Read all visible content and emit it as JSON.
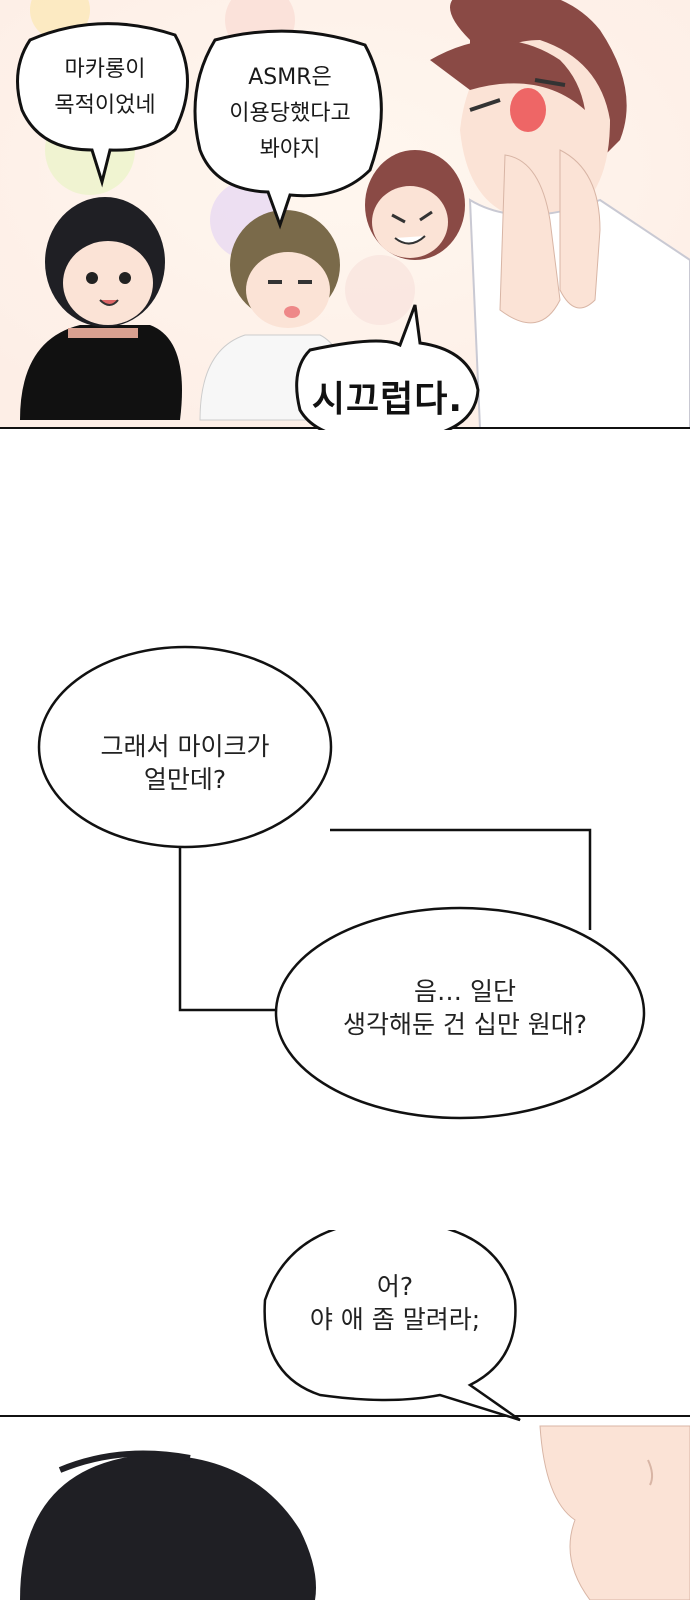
{
  "panel_top": {
    "bubble_macaron": {
      "line1": "마카롱이",
      "line2": "목적이었네"
    },
    "bubble_asmr": {
      "line1": "ASMR은",
      "line2": "이용당했다고",
      "line3": "봐야지"
    },
    "bubble_shout": {
      "text": "시끄럽다."
    }
  },
  "dialogue": {
    "bubble_price": {
      "line1": "그래서 마이크가",
      "line2": "얼만데?"
    },
    "bubble_answer": {
      "line1": "음… 일단",
      "line2": "생각해둔 건 십만  원대?"
    },
    "bubble_stop": {
      "line1": "어?",
      "line2": "야 애 좀 말려라;"
    }
  },
  "colors": {
    "background": "#ffffff",
    "ink": "#1a1a1a",
    "hair_brown": "#8a4a45",
    "hair_dark": "#1f1f24",
    "skin": "#fbe3d6"
  }
}
